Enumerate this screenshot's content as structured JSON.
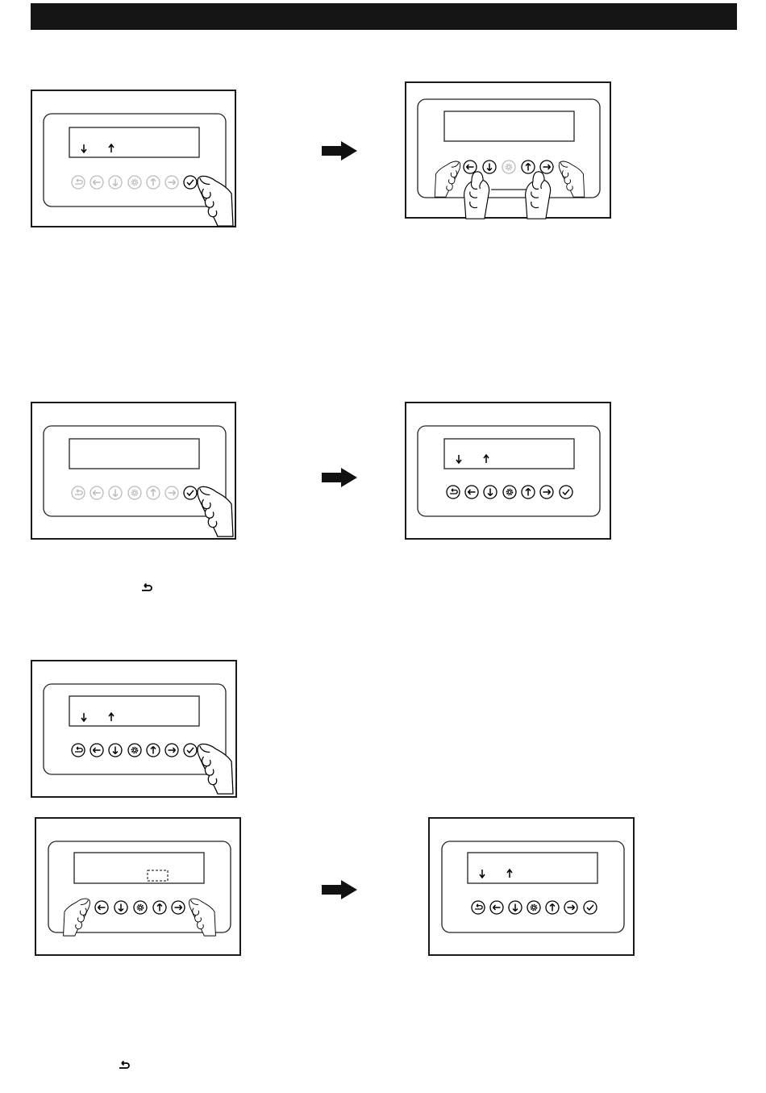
{
  "page": {
    "header_bar_color": "#141414",
    "icons": {
      "panel_buttons": [
        "back-icon",
        "left-arrow-icon",
        "down-arrow-icon",
        "gear-icon",
        "up-arrow-icon",
        "right-arrow-icon",
        "check-icon"
      ],
      "display_glyphs": [
        "down-arrow-icon",
        "up-arrow-icon"
      ],
      "transition": "right-arrow-icon",
      "inline_note": "back-icon"
    }
  },
  "figures": [
    {
      "id": "fig1",
      "display_arrows": true,
      "buttons_active": false,
      "hand": "right-press"
    },
    {
      "id": "fig2",
      "display_arrows": false,
      "buttons_active": "mixed",
      "hand": "four-hands"
    },
    {
      "id": "fig3",
      "display_arrows": false,
      "buttons_active": false,
      "hand": "right-press"
    },
    {
      "id": "fig4",
      "display_arrows": true,
      "buttons_active": true,
      "hand": "none"
    },
    {
      "id": "fig5",
      "display_arrows": true,
      "buttons_active": true,
      "hand": "right-press"
    },
    {
      "id": "fig6",
      "display_arrows": false,
      "buttons_active": true,
      "hand": "two-hands",
      "dashed_box": true
    },
    {
      "id": "fig7",
      "display_arrows": true,
      "buttons_active": true,
      "hand": "none"
    }
  ]
}
